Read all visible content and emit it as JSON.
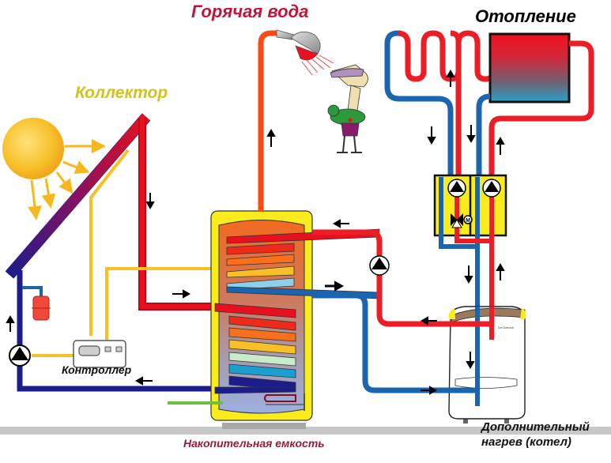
{
  "diagram": {
    "title": "Solar water heating system with additional boiler",
    "labels": {
      "hot_water": "Горячая вода",
      "heating": "Отопление",
      "collector": "Коллектор",
      "controller": "Контроллер",
      "storage_tank": "Накопительная емкость",
      "boiler_line1": "Дополнительный",
      "boiler_line2": "нагрев (котел)"
    },
    "components": [
      {
        "id": "sun",
        "name": "Sun"
      },
      {
        "id": "collector",
        "name": "Solar collector"
      },
      {
        "id": "expansion-vessel",
        "name": "Expansion vessel"
      },
      {
        "id": "solar-pump",
        "name": "Solar circuit pump"
      },
      {
        "id": "controller",
        "name": "Controller"
      },
      {
        "id": "storage-tank",
        "name": "Storage tank with two coils"
      },
      {
        "id": "shower",
        "name": "Shower (hot water outlet)"
      },
      {
        "id": "floor-heating",
        "name": "Underfloor heating loop"
      },
      {
        "id": "radiator",
        "name": "Radiator"
      },
      {
        "id": "pump-group",
        "name": "Pump group with mixing valve"
      },
      {
        "id": "tank-loading-pump",
        "name": "Tank loading pump"
      },
      {
        "id": "boiler",
        "name": "Boiler"
      }
    ],
    "colors": {
      "hot": "#ee1c24",
      "cold": "#1a64b0",
      "solar_return": "#1c1c8c",
      "signal": "#f6c026",
      "tank_shell": "#f8ec1c",
      "cold_supply": "#6cc040",
      "shower_pipe": "#ff4a12",
      "floor": "#c8c8c8"
    }
  }
}
